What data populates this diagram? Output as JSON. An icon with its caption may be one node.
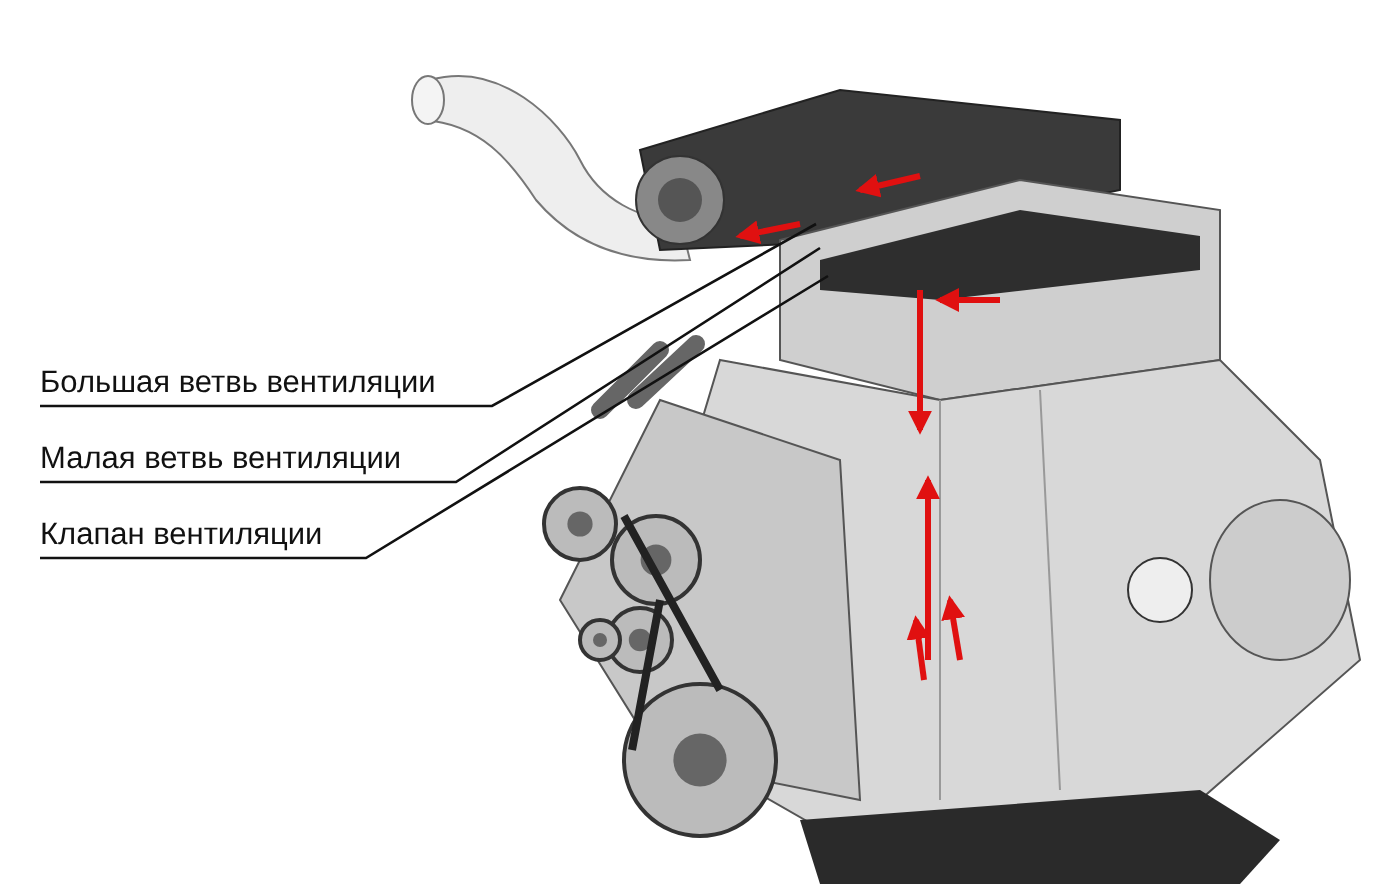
{
  "diagram": {
    "nodes": [
      {
        "text": [
          "Большая ветвь вентиляции"
        ]
      },
      {
        "text": [
          "Малая ветвь вентиляции"
        ]
      },
      {
        "text": [
          "Клапан вентиляции"
        ]
      }
    ],
    "edges": [
      {
        "from": 0,
        "to": null,
        "arrow": "none"
      },
      {
        "from": 1,
        "to": null,
        "arrow": "none"
      },
      {
        "from": 2,
        "to": null,
        "arrow": "none"
      }
    ]
  }
}
